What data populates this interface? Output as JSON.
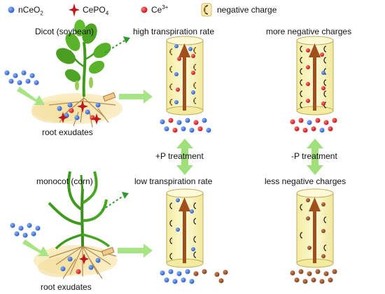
{
  "legend": [
    {
      "key": "nceo2",
      "text_main": "nCeO",
      "text_sub": "2",
      "text_sup": "",
      "symbol": "blue-dot",
      "color": "#3a6fd8"
    },
    {
      "key": "cepo4",
      "text_main": "CePO",
      "text_sub": "4",
      "text_sup": "",
      "symbol": "red-star",
      "color": "#c0171b"
    },
    {
      "key": "ce3",
      "text_main": "Ce",
      "text_sub": "",
      "text_sup": "3+",
      "symbol": "red-dot",
      "color": "#e0151c"
    },
    {
      "key": "neg",
      "text_main": "negative charge",
      "text_sub": "",
      "text_sup": "",
      "symbol": "negative-charge",
      "color": "#d69a2b"
    }
  ],
  "labels": {
    "dicot": "Dicot (soybean)",
    "high_transpiration": "high transpiration rate",
    "more_negative": "more negative charges",
    "root_exudates_top": "root exudates",
    "plus_p": "+P treatment",
    "minus_p": "-P treatment",
    "monocot": "monocot (corn)",
    "low_transpiration": "low transpiration rate",
    "less_negative": "less negative charges",
    "root_exudates_bottom": "root exudates"
  },
  "colors": {
    "nceo2": "#3a6fd8",
    "ce3": "#e0151c",
    "cepo4": "#c0171b",
    "brown_particle": "#8a4a24",
    "arrow_brown": "#a0501c",
    "cylinder_fill": "#fbf6c2",
    "negative_charge": "#d69a2b",
    "green_arrow": "#9fe07a",
    "plant_green": "#3f9a1e"
  }
}
